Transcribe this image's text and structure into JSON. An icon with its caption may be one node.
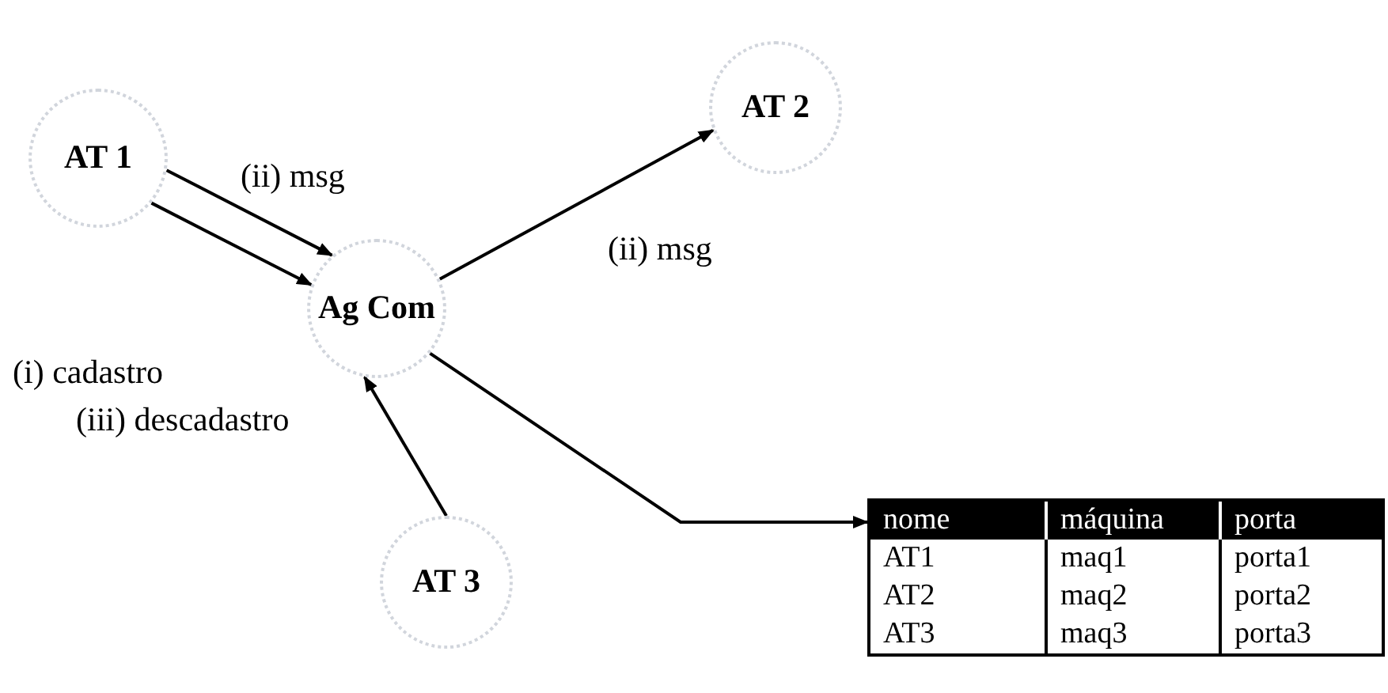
{
  "diagram": {
    "nodes": [
      {
        "text": [
          "AT 1"
        ]
      },
      {
        "text": [
          "Ag Com"
        ]
      },
      {
        "text": [
          "AT 2"
        ]
      },
      {
        "text": [
          "AT 3"
        ]
      },
      {
        "text": [
          "nome",
          "máquina",
          "porta",
          "AT1",
          "maq1",
          "porta1",
          "AT2",
          "maq2",
          "porta2",
          "AT3",
          "maq3",
          "porta3"
        ]
      }
    ],
    "edges": [
      {
        "from": 0,
        "to": 1,
        "arrow": "to",
        "label": "(ii) msg"
      },
      {
        "from": 0,
        "to": 1,
        "arrow": "to",
        "label": "(i) cadastro"
      },
      {
        "from": 1,
        "to": 2,
        "arrow": "to",
        "label": "(ii) msg"
      },
      {
        "from": 3,
        "to": 1,
        "arrow": "to",
        "label": "(iii) descadastro"
      },
      {
        "from": 1,
        "to": 4,
        "arrow": "to"
      }
    ]
  }
}
